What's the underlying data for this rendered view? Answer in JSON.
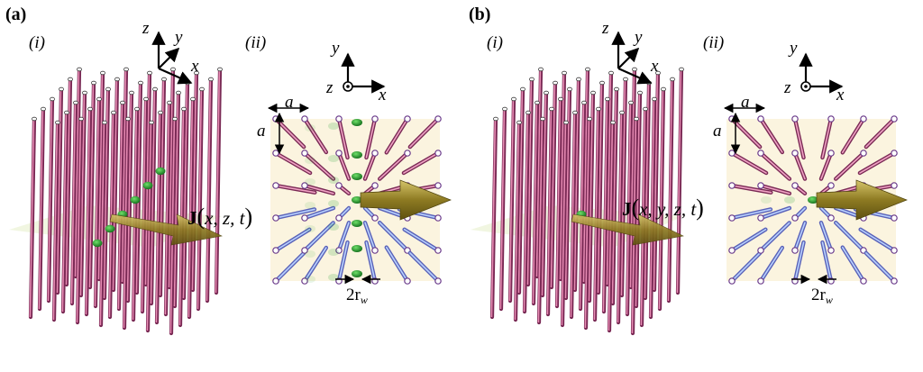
{
  "panels": [
    {
      "id": "a",
      "label": "(a)",
      "view_i_label": "(i)",
      "view_ii_label": "(ii)",
      "axes_3d": {
        "z": "z",
        "y": "y",
        "x": "x"
      },
      "axes_2d": {
        "y": "y",
        "z": "z",
        "x": "x"
      },
      "lattice_label": "a",
      "wire_spacing_label": "a",
      "current_label": {
        "symbol": "J",
        "args": "x, z, t"
      },
      "radius_label": {
        "base": "2r",
        "sub": "w"
      },
      "green_dots": "column"
    },
    {
      "id": "b",
      "label": "(b)",
      "view_i_label": "(i)",
      "view_ii_label": "(ii)",
      "axes_3d": {
        "z": "z",
        "y": "y",
        "x": "x"
      },
      "axes_2d": {
        "y": "y",
        "z": "z",
        "x": "x"
      },
      "lattice_label": "a",
      "wire_spacing_label": "a",
      "current_label": {
        "symbol": "J",
        "args": "x, y, z, t"
      },
      "radius_label": {
        "base": "2r",
        "sub": "w"
      },
      "green_dots": "single"
    }
  ],
  "colors": {
    "wire": "#c0507a",
    "wire_top": "#9a5fc0",
    "wire_blue": "#7a86d8",
    "arrow": "#9a8a2a",
    "plate": "#fbf3dc",
    "green": "#1e9a2a"
  },
  "icons": [
    "axes-3d-icon",
    "axes-2d-icon",
    "current-arrow-icon",
    "wire-icon"
  ]
}
